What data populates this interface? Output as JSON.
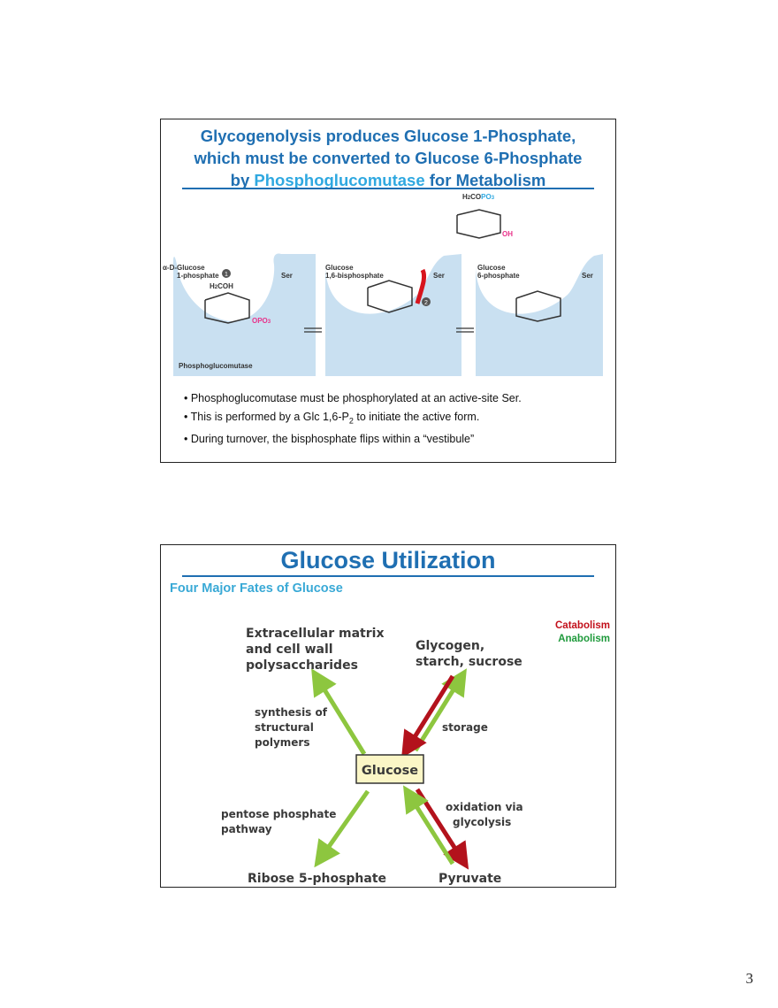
{
  "slide1": {
    "title_line1": "Glycogenolysis produces Glucose 1-Phosphate,",
    "title_line2": "which must be converted to Glucose 6-Phosphate",
    "title_line3_pre": "by ",
    "title_line3_highlight": "Phosphoglucomutase",
    "title_line3_post": " for Metabolism",
    "figure": {
      "panel1_name": "α-D-Glucose",
      "panel1_name2": "1-phosphate",
      "panel2_name": "Glucose",
      "panel2_name2": "1,6-bisphosphate",
      "panel3_name": "Glucose",
      "panel3_name2": "6-phosphate",
      "ser_label": "Ser",
      "enzyme_label": "Phosphoglucomutase",
      "step1": "1",
      "step2": "2"
    },
    "bullets": [
      "• Phosphoglucomutase must be phosphorylated at an active-site Ser.",
      "• This is performed by a Glc 1,6-P",
      "2",
      " to initiate the active form.",
      "• During turnover, the bisphosphate flips within a “vestibule”"
    ]
  },
  "slide2": {
    "title": "Glucose Utilization",
    "subtitle": "Four Major Fates of Glucose",
    "legend_catabolism": "Catabolism",
    "legend_anabolism": "Anabolism",
    "center": "Glucose",
    "top_left": [
      "Extracellular matrix",
      "and cell wall",
      "polysaccharides"
    ],
    "top_right": [
      "Glycogen,",
      "starch, sucrose"
    ],
    "bottom_left": "Ribose 5-phosphate",
    "bottom_right": "Pyruvate",
    "label_synthesis": [
      "synthesis of",
      "structural",
      "polymers"
    ],
    "label_storage": "storage",
    "label_pentose": [
      "pentose phosphate",
      "pathway"
    ],
    "label_oxidation": [
      "oxidation via",
      "glycolysis"
    ]
  },
  "page_number": "3",
  "colors": {
    "title_blue": "#1f6fb2",
    "highlight_blue": "#2fa8e0",
    "catabolism_red": "#c2101b",
    "anabolism_green": "#8dc63f",
    "glucose_box": "#fbf6c6"
  }
}
